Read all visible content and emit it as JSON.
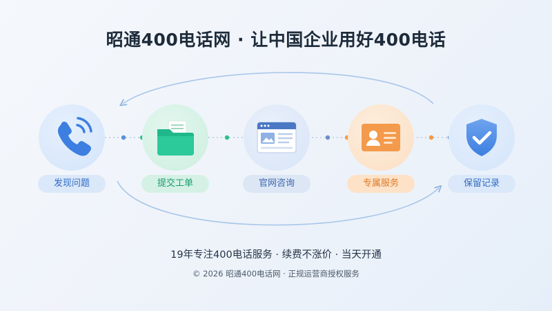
{
  "title": "昭通400电话网 · 让中国企业用好400电话",
  "steps": [
    {
      "label": "发现问题",
      "icon": "phone-icon",
      "color": "#3c7fe0"
    },
    {
      "label": "提交工单",
      "icon": "folder-icon",
      "color": "#1fb88a"
    },
    {
      "label": "官网咨询",
      "icon": "browser-window-icon",
      "color": "#4a78c4"
    },
    {
      "label": "专属服务",
      "icon": "id-card-icon",
      "color": "#f08a3a"
    },
    {
      "label": "保留记录",
      "icon": "shield-check-icon",
      "color": "#3c7fe0"
    }
  ],
  "tagline": "19年专注400电话服务 · 续费不涨价 · 当天开通",
  "copyright": "© 2026 昭通400电话网 · 正规运营商授权服务"
}
